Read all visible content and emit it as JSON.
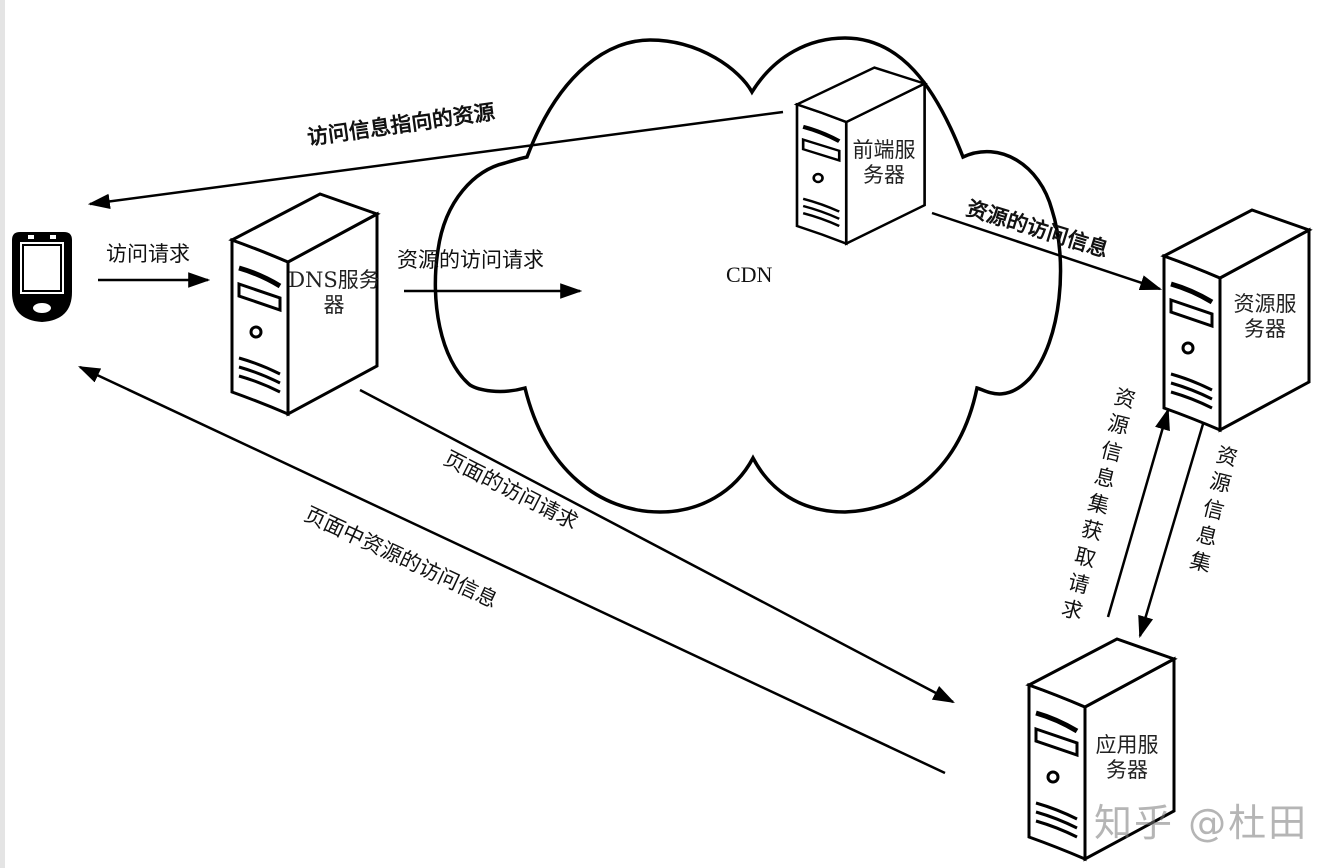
{
  "diagram": {
    "title": "CDN resource access flow",
    "cloud_label": "CDN",
    "nodes": {
      "client": {
        "icon": "mobile-device-icon"
      },
      "dns_server": {
        "label": "DNS服务器",
        "icon": "server-tower-icon"
      },
      "frontend_server": {
        "label_line1": "前端服",
        "label_line2": "务器",
        "icon": "server-tower-icon"
      },
      "resource_server": {
        "label_line1": "资源服",
        "label_line2": "务器",
        "icon": "server-tower-icon"
      },
      "app_server": {
        "label_line1": "应用服",
        "label_line2": "务器",
        "icon": "server-tower-icon"
      }
    },
    "dns_label_line1": "DNS服务",
    "dns_label_line2": "器",
    "edges": {
      "access_request": "访问请求",
      "resource_access_request": "资源的访问请求",
      "resource_pointed_by_info": "访问信息指向的资源",
      "resource_access_info": "资源的访问信息",
      "resource_info_set_request": [
        "资",
        "源",
        "信",
        "息",
        "集",
        "获",
        "取",
        "请",
        "求"
      ],
      "resource_info_set": [
        "资",
        "源",
        "信",
        "息",
        "集"
      ],
      "page_access_request": "页面的访问请求",
      "page_resource_access_info": "页面中资源的访问信息"
    },
    "watermark": "知乎 @杜田"
  }
}
